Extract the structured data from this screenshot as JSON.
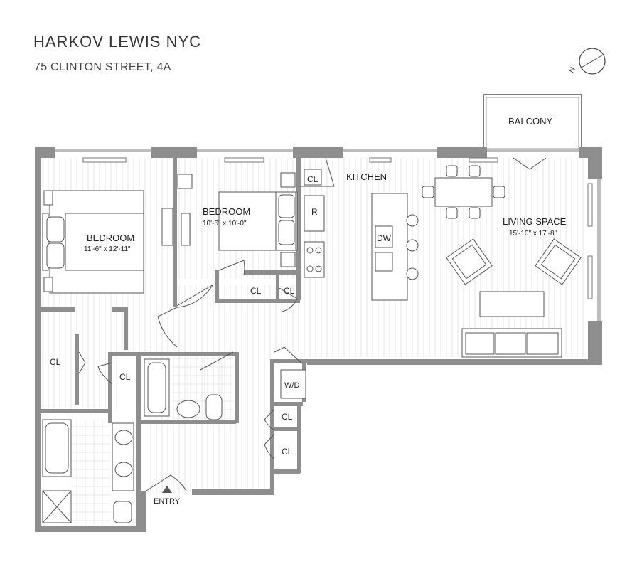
{
  "header": {
    "brand": "HARKOV LEWIS  NYC",
    "address": "75 CLINTON STREET, 4A"
  },
  "compass": {
    "north_label": "N"
  },
  "rooms": {
    "balcony": "BALCONY",
    "kitchen": "KITCHEN",
    "living": {
      "name": "LIVING SPACE",
      "dims": "15'-10\" x 17'-8\""
    },
    "bedroom1": {
      "name": "BEDROOM",
      "dims": "11'-6\" x 12'-11\""
    },
    "bedroom2": {
      "name": "BEDROOM",
      "dims": "10'-6\" x 10'-0\""
    }
  },
  "fixtures": {
    "closet": "CL",
    "fridge": "R",
    "dishwasher": "DW",
    "washer_dryer": "W/D"
  },
  "entry": "ENTRY",
  "colors": {
    "wall": "#8e8e8e",
    "wall_dark": "#6f6f6f",
    "floor_line": "#e6e6e6",
    "fixture_stroke": "#666666"
  }
}
